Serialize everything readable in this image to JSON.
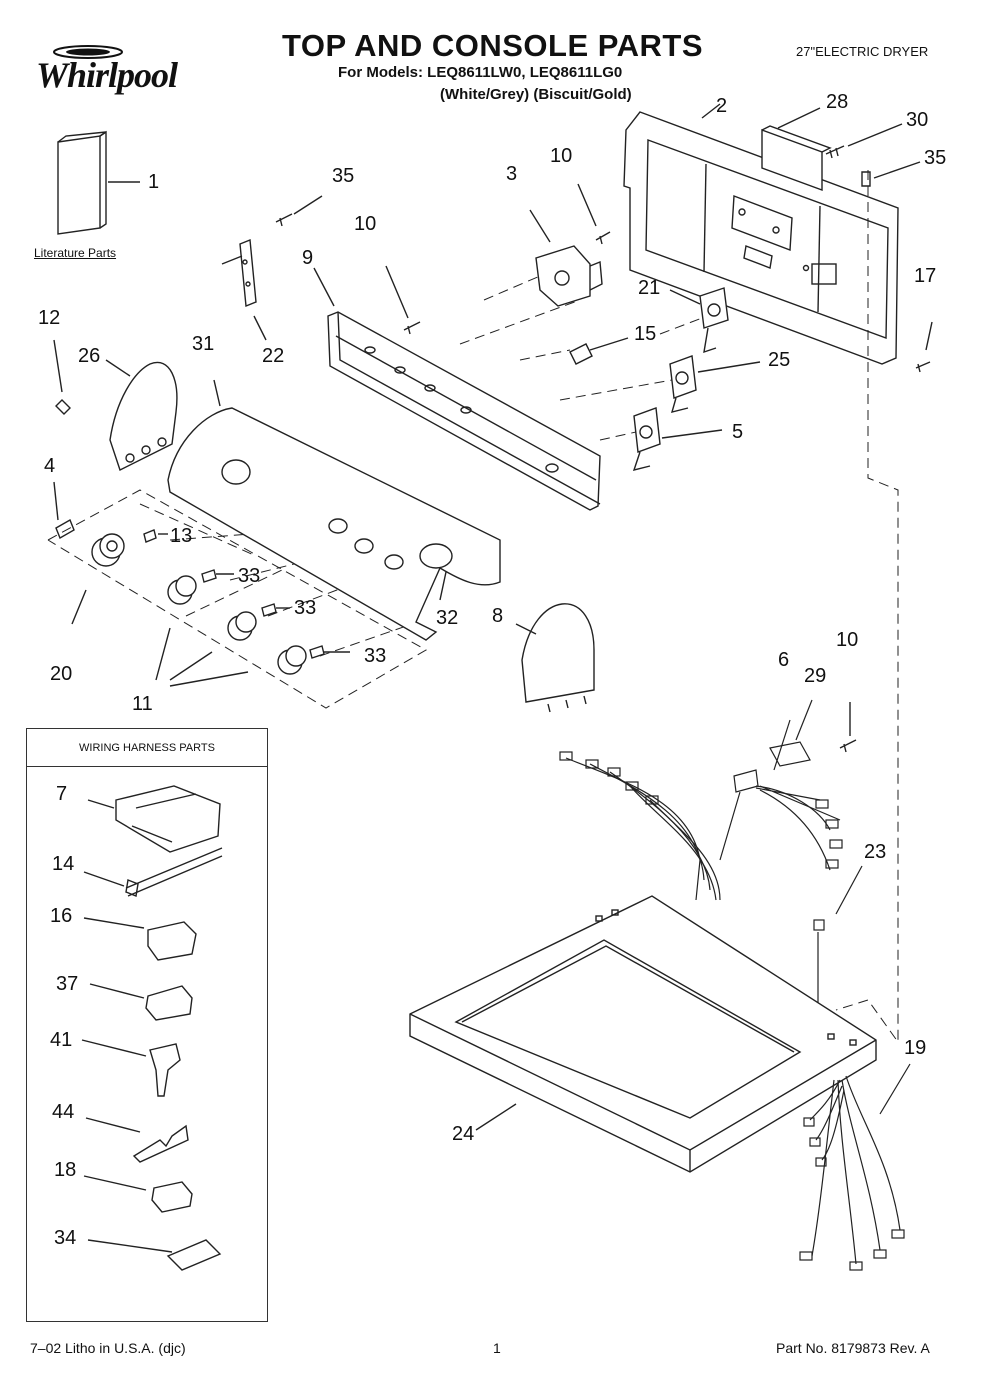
{
  "header": {
    "brand": "Whirlpool",
    "title": "TOP AND CONSOLE PARTS",
    "models": "For Models: LEQ8611LW0, LEQ8611LG0",
    "colors": "(White/Grey)   (Biscuit/Gold)",
    "category": "27\"ELECTRIC DRYER"
  },
  "literature_label": "Literature Parts",
  "harness_box_title": "WIRING HARNESS PARTS",
  "callouts": {
    "c1": "1",
    "c2": "2",
    "c3": "3",
    "c4": "4",
    "c5": "5",
    "c6": "6",
    "c7": "7",
    "c8": "8",
    "c9": "9",
    "c10a": "10",
    "c10b": "10",
    "c10c": "10",
    "c11": "11",
    "c12": "12",
    "c13": "13",
    "c14": "14",
    "c15": "15",
    "c16": "16",
    "c17": "17",
    "c18": "18",
    "c19": "19",
    "c20": "20",
    "c21": "21",
    "c22": "22",
    "c23": "23",
    "c24": "24",
    "c25": "25",
    "c26": "26",
    "c28": "28",
    "c29": "29",
    "c30": "30",
    "c31": "31",
    "c32": "32",
    "c33a": "33",
    "c33b": "33",
    "c33c": "33",
    "c34": "34",
    "c35a": "35",
    "c35b": "35",
    "c37": "37",
    "c41": "41",
    "c44": "44"
  },
  "footer": {
    "left": "7–02 Litho in U.S.A. (djc)",
    "page": "1",
    "part_no": "Part No. 8179873 Rev. A"
  }
}
